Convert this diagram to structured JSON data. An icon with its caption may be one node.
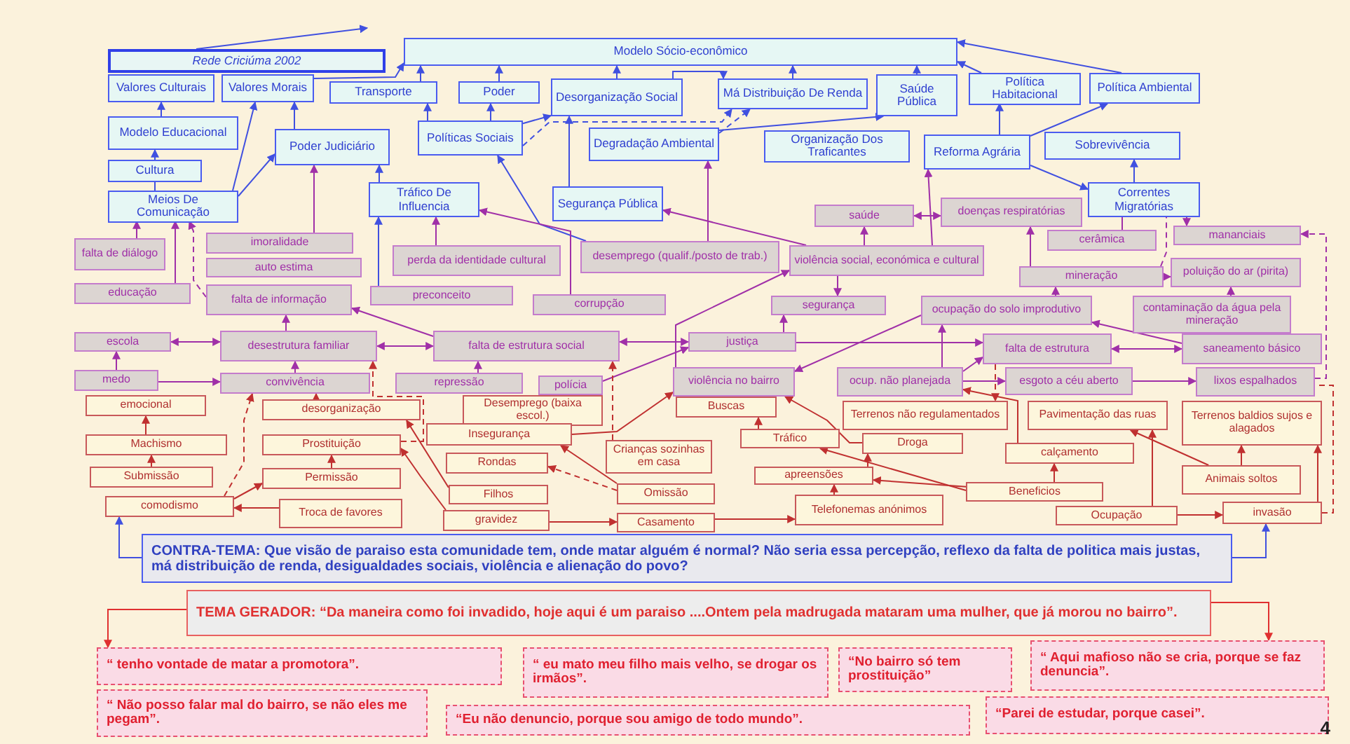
{
  "diagram": {
    "nodes": [
      {
        "text": [
          "Rede Criciúma 2002"
        ]
      },
      {
        "text": [
          "Modelo Sócio-econômico"
        ]
      },
      {
        "text": [
          "Valores Culturais"
        ]
      },
      {
        "text": [
          "Valores Morais"
        ]
      },
      {
        "text": [
          "Transporte"
        ]
      },
      {
        "text": [
          "Poder"
        ]
      },
      {
        "text": [
          "Desorganização Social"
        ]
      },
      {
        "text": [
          "Má Distribuição De Renda"
        ]
      },
      {
        "text": [
          "Saúde Pública"
        ]
      },
      {
        "text": [
          "Política Habitacional"
        ]
      },
      {
        "text": [
          "Política Ambiental"
        ]
      },
      {
        "text": [
          "Modelo Educacional"
        ]
      },
      {
        "text": [
          "Poder Judiciário"
        ]
      },
      {
        "text": [
          "Políticas Sociais"
        ]
      },
      {
        "text": [
          "Degradação Ambiental"
        ]
      },
      {
        "text": [
          "Organização Dos Traficantes"
        ]
      },
      {
        "text": [
          "Reforma Agrária"
        ]
      },
      {
        "text": [
          "Sobrevivência"
        ]
      },
      {
        "text": [
          "Cultura"
        ]
      },
      {
        "text": [
          "Meios De Comunicação"
        ]
      },
      {
        "text": [
          "Tráfico De Influencia"
        ]
      },
      {
        "text": [
          "Segurança Pública"
        ]
      },
      {
        "text": [
          "Correntes Migratórias"
        ]
      },
      {
        "text": [
          "falta de diálogo"
        ]
      },
      {
        "text": [
          "imoralidade"
        ]
      },
      {
        "text": [
          "auto estima"
        ]
      },
      {
        "text": [
          "perda da identidade cultural"
        ]
      },
      {
        "text": [
          "desemprego (qualif./posto de trab.)"
        ]
      },
      {
        "text": [
          "saúde"
        ]
      },
      {
        "text": [
          "doenças respiratórias"
        ]
      },
      {
        "text": [
          "violência social, económica e cultural"
        ]
      },
      {
        "text": [
          "cerâmica"
        ]
      },
      {
        "text": [
          "mananciais"
        ]
      },
      {
        "text": [
          "mineração"
        ]
      },
      {
        "text": [
          "poluição do ar (pirita)"
        ]
      },
      {
        "text": [
          "educação"
        ]
      },
      {
        "text": [
          "falta de informação"
        ]
      },
      {
        "text": [
          "preconceito"
        ]
      },
      {
        "text": [
          "corrupção"
        ]
      },
      {
        "text": [
          "segurança"
        ]
      },
      {
        "text": [
          "ocupação do solo improdutivo"
        ]
      },
      {
        "text": [
          "contaminação da água pela mineração"
        ]
      },
      {
        "text": [
          "escola"
        ]
      },
      {
        "text": [
          "desestrutura familiar"
        ]
      },
      {
        "text": [
          "falta de estrutura social"
        ]
      },
      {
        "text": [
          "justiça"
        ]
      },
      {
        "text": [
          "falta de estrutura"
        ]
      },
      {
        "text": [
          "saneamento básico"
        ]
      },
      {
        "text": [
          "medo"
        ]
      },
      {
        "text": [
          "convivência"
        ]
      },
      {
        "text": [
          "repressão"
        ]
      },
      {
        "text": [
          "polícia"
        ]
      },
      {
        "text": [
          "violência no bairro"
        ]
      },
      {
        "text": [
          "ocup. não planejada"
        ]
      },
      {
        "text": [
          "esgoto a céu aberto"
        ]
      },
      {
        "text": [
          "lixos espalhados"
        ]
      },
      {
        "text": [
          "emocional"
        ]
      },
      {
        "text": [
          "desorganização"
        ]
      },
      {
        "text": [
          "Desemprego (baixa escol.)"
        ]
      },
      {
        "text": [
          "Buscas"
        ]
      },
      {
        "text": [
          "Terrenos não regulamentados"
        ]
      },
      {
        "text": [
          "Pavimentação das ruas"
        ]
      },
      {
        "text": [
          "Terrenos baldios sujos e alagados"
        ]
      },
      {
        "text": [
          "Machismo"
        ]
      },
      {
        "text": [
          "Prostituição"
        ]
      },
      {
        "text": [
          "Insegurança"
        ]
      },
      {
        "text": [
          "Crianças sozinhas em casa"
        ]
      },
      {
        "text": [
          "Tráfico"
        ]
      },
      {
        "text": [
          "Droga"
        ]
      },
      {
        "text": [
          "calçamento"
        ]
      },
      {
        "text": [
          "Rondas"
        ]
      },
      {
        "text": [
          "Submissão"
        ]
      },
      {
        "text": [
          "Permissão"
        ]
      },
      {
        "text": [
          "apreensões"
        ]
      },
      {
        "text": [
          "Animais soltos"
        ]
      },
      {
        "text": [
          "Filhos"
        ]
      },
      {
        "text": [
          "Omissão"
        ]
      },
      {
        "text": [
          "Beneficios"
        ]
      },
      {
        "text": [
          "comodismo"
        ]
      },
      {
        "text": [
          "Troca de favores"
        ]
      },
      {
        "text": [
          "gravidez"
        ]
      },
      {
        "text": [
          "Casamento"
        ]
      },
      {
        "text": [
          "Telefonemas anónimos"
        ]
      },
      {
        "text": [
          "Ocupação"
        ]
      },
      {
        "text": [
          "invasão"
        ]
      },
      {
        "text": [
          "CONTRA-TEMA: Que visão de paraiso esta comunidade tem, onde matar alguém é normal? Não seria essa percepção, reflexo da falta de politica mais justas, má distribuição de renda, desigualdades sociais, violência e alienação do povo?"
        ]
      },
      {
        "text": [
          "TEMA GERADOR: “Da maneira como foi invadido, hoje aqui é um paraiso ....Ontem pela madrugada mataram uma mulher, que já morou no bairro”."
        ]
      },
      {
        "text": [
          "“ tenho vontade de matar a promotora”."
        ]
      },
      {
        "text": [
          "“ eu mato meu filho mais velho, se drogar os irmãos”."
        ]
      },
      {
        "text": [
          "“No bairro só tem prostituição”"
        ]
      },
      {
        "text": [
          "“ Aqui mafioso não se cria, porque se faz denuncia”."
        ]
      },
      {
        "text": [
          "“ Não posso falar mal do bairro, se não eles me pegam”."
        ]
      },
      {
        "text": [
          "“Eu não denuncio, porque sou amigo de todo mundo”."
        ]
      },
      {
        "text": [
          "“Parei de estudar, porque casei”."
        ]
      }
    ],
    "edges": [
      {
        "from": 0,
        "to": null,
        "arrow": "to",
        "color": "#4050e0"
      },
      {
        "from": 3,
        "to": 1,
        "arrow": "to",
        "color": "#4050e0"
      },
      {
        "from": 4,
        "to": 1,
        "arrow": "to",
        "color": "#4050e0"
      },
      {
        "from": 5,
        "to": 1,
        "arrow": "to",
        "color": "#4050e0"
      },
      {
        "from": 6,
        "to": 1,
        "arrow": "to",
        "color": "#4050e0"
      },
      {
        "from": 7,
        "to": 1,
        "arrow": "to",
        "color": "#4050e0"
      },
      {
        "from": 8,
        "to": 1,
        "arrow": "to",
        "color": "#4050e0"
      },
      {
        "from": 9,
        "to": 1,
        "arrow": "to",
        "color": "#4050e0"
      },
      {
        "from": 10,
        "to": 1,
        "arrow": "to",
        "color": "#4050e0"
      },
      {
        "from": 6,
        "to": 7,
        "arrow": "to",
        "color": "#4050e0"
      },
      {
        "from": 11,
        "to": 2,
        "arrow": "to",
        "color": "#4050e0"
      },
      {
        "from": 18,
        "to": 11,
        "arrow": "to",
        "color": "#4050e0"
      },
      {
        "from": 19,
        "to": 18,
        "arrow": "none",
        "color": "#4050e0"
      },
      {
        "from": 19,
        "to": 3,
        "arrow": "to",
        "color": "#4050e0"
      },
      {
        "from": 19,
        "to": 12,
        "arrow": "to",
        "color": "#4050e0"
      },
      {
        "from": 12,
        "to": 3,
        "arrow": "to",
        "color": "#4050e0"
      },
      {
        "from": 20,
        "to": 12,
        "arrow": "to",
        "color": "#4050e0"
      },
      {
        "from": 13,
        "to": 4,
        "arrow": "to",
        "color": "#4050e0"
      },
      {
        "from": 13,
        "to": 5,
        "arrow": "to",
        "color": "#4050e0"
      },
      {
        "from": 13,
        "to": 6,
        "arrow": "to",
        "color": "#4050e0"
      },
      {
        "from": 13,
        "to": 7,
        "arrow": "to",
        "style": "dashed",
        "color": "#4050e0"
      },
      {
        "from": 14,
        "to": 7,
        "arrow": "to",
        "style": "dashed",
        "color": "#4050e0"
      },
      {
        "from": 21,
        "to": 6,
        "arrow": "to",
        "color": "#4050e0"
      },
      {
        "from": 14,
        "to": 8,
        "arrow": "to",
        "color": "#4050e0"
      },
      {
        "from": 16,
        "to": 9,
        "arrow": "to",
        "color": "#4050e0"
      },
      {
        "from": 16,
        "to": 10,
        "arrow": "to",
        "color": "#4050e0"
      },
      {
        "from": 16,
        "to": 22,
        "arrow": "to",
        "color": "#4050e0"
      },
      {
        "from": 22,
        "to": 17,
        "arrow": "to",
        "color": "#4050e0"
      },
      {
        "from": 27,
        "to": 13,
        "arrow": "to",
        "color": "#4050e0"
      },
      {
        "from": 37,
        "to": 20,
        "arrow": "to",
        "color": "#4050e0"
      },
      {
        "from": 85,
        "to": 84,
        "arrow": "to",
        "color": "#4050e0"
      },
      {
        "from": 85,
        "to": 78,
        "arrow": "to",
        "color": "#4050e0"
      },
      {
        "from": 30,
        "to": 16,
        "arrow": "to"
      },
      {
        "from": 30,
        "to": 28,
        "arrow": "to"
      },
      {
        "from": 27,
        "to": 14,
        "arrow": "to"
      },
      {
        "from": 30,
        "to": 21,
        "arrow": "to"
      },
      {
        "from": 28,
        "to": 29,
        "arrow": "both"
      },
      {
        "from": 31,
        "to": 22,
        "arrow": "none"
      },
      {
        "from": 22,
        "to": 32,
        "arrow": "to"
      },
      {
        "from": 33,
        "to": 29,
        "arrow": "to"
      },
      {
        "from": 33,
        "to": 22,
        "arrow": "none",
        "style": "dashed"
      },
      {
        "from": 33,
        "to": 34,
        "arrow": "to"
      },
      {
        "from": 41,
        "to": 34,
        "arrow": "to"
      },
      {
        "from": 40,
        "to": 33,
        "arrow": "to"
      },
      {
        "from": 30,
        "to": 39,
        "arrow": "to"
      },
      {
        "from": 45,
        "to": 39,
        "arrow": "to"
      },
      {
        "from": 52,
        "to": 30,
        "arrow": "to"
      },
      {
        "from": 44,
        "to": 45,
        "arrow": "both"
      },
      {
        "from": 43,
        "to": 44,
        "arrow": "both"
      },
      {
        "from": 42,
        "to": 43,
        "arrow": "both"
      },
      {
        "from": 45,
        "to": 46,
        "arrow": "to"
      },
      {
        "from": 46,
        "to": 47,
        "arrow": "both"
      },
      {
        "from": 47,
        "to": 40,
        "arrow": "to"
      },
      {
        "from": 40,
        "to": 52,
        "arrow": "to"
      },
      {
        "from": 53,
        "to": 40,
        "arrow": "to"
      },
      {
        "from": 53,
        "to": 46,
        "arrow": "to"
      },
      {
        "from": 53,
        "to": 54,
        "arrow": "to"
      },
      {
        "from": 54,
        "to": 55,
        "arrow": "to"
      },
      {
        "from": 44,
        "to": 36,
        "arrow": "to"
      },
      {
        "from": 43,
        "to": 36,
        "arrow": "to"
      },
      {
        "from": 26,
        "to": 20,
        "arrow": "to"
      },
      {
        "from": 38,
        "to": 20,
        "arrow": "to"
      },
      {
        "from": 24,
        "to": 12,
        "arrow": "to"
      },
      {
        "from": 23,
        "to": 19,
        "arrow": "to"
      },
      {
        "from": 35,
        "to": 19,
        "arrow": "to"
      },
      {
        "from": 36,
        "to": 19,
        "arrow": "to",
        "style": "dashed"
      },
      {
        "from": 48,
        "to": 42,
        "arrow": "to"
      },
      {
        "from": 48,
        "to": 49,
        "arrow": "to"
      },
      {
        "from": 49,
        "to": 43,
        "arrow": "to"
      },
      {
        "from": 50,
        "to": 44,
        "arrow": "to"
      },
      {
        "from": 51,
        "to": 45,
        "arrow": "to"
      },
      {
        "from": 55,
        "to": 32,
        "arrow": "to",
        "style": "dashed"
      },
      {
        "from": 64,
        "to": 43,
        "arrow": "to",
        "style": "dashed",
        "color": "#c03030"
      },
      {
        "from": 57,
        "to": 49,
        "arrow": "to",
        "color": "#c03030"
      },
      {
        "from": 78,
        "to": 49,
        "arrow": "to",
        "style": "dashed",
        "color": "#c03030"
      },
      {
        "from": 63,
        "to": 56,
        "arrow": "to",
        "color": "#c03030"
      },
      {
        "from": 71,
        "to": 63,
        "arrow": "to",
        "color": "#c03030"
      },
      {
        "from": 72,
        "to": 64,
        "arrow": "to",
        "color": "#c03030"
      },
      {
        "from": 79,
        "to": 78,
        "arrow": "to",
        "color": "#c03030"
      },
      {
        "from": 78,
        "to": 72,
        "arrow": "to",
        "color": "#c03030"
      },
      {
        "from": 80,
        "to": 64,
        "arrow": "to",
        "color": "#c03030"
      },
      {
        "from": 75,
        "to": 57,
        "arrow": "to",
        "color": "#c03030"
      },
      {
        "from": 80,
        "to": 81,
        "arrow": "to",
        "color": "#c03030"
      },
      {
        "from": 76,
        "to": 70,
        "arrow": "to",
        "style": "dashed",
        "color": "#c03030"
      },
      {
        "from": 76,
        "to": 65,
        "arrow": "to",
        "color": "#c03030"
      },
      {
        "from": 65,
        "to": 52,
        "arrow": "to",
        "color": "#c03030"
      },
      {
        "from": 66,
        "to": 44,
        "arrow": "to",
        "style": "dashed",
        "color": "#c03030"
      },
      {
        "from": 68,
        "to": 52,
        "arrow": "to",
        "color": "#c03030"
      },
      {
        "from": 67,
        "to": 59,
        "arrow": "to",
        "color": "#c03030"
      },
      {
        "from": 77,
        "to": 67,
        "arrow": "to",
        "color": "#c03030"
      },
      {
        "from": 77,
        "to": 73,
        "arrow": "to",
        "color": "#c03030"
      },
      {
        "from": 77,
        "to": 69,
        "arrow": "to",
        "color": "#c03030"
      },
      {
        "from": 82,
        "to": 73,
        "arrow": "to",
        "color": "#c03030"
      },
      {
        "from": 73,
        "to": 68,
        "arrow": "to",
        "color": "#c03030"
      },
      {
        "from": 81,
        "to": 82,
        "arrow": "to",
        "color": "#c03030"
      },
      {
        "from": 83,
        "to": 61,
        "arrow": "to",
        "color": "#c03030"
      },
      {
        "from": 83,
        "to": 84,
        "arrow": "to",
        "color": "#c03030"
      },
      {
        "from": 74,
        "to": 61,
        "arrow": "to",
        "color": "#c03030"
      },
      {
        "from": 74,
        "to": 62,
        "arrow": "to",
        "color": "#c03030"
      },
      {
        "from": 84,
        "to": 62,
        "arrow": "to",
        "color": "#c03030"
      },
      {
        "from": 84,
        "to": 55,
        "arrow": "none",
        "style": "dashed",
        "color": "#c03030"
      },
      {
        "from": 69,
        "to": 53,
        "arrow": "to",
        "color": "#c03030"
      },
      {
        "from": 46,
        "to": 60,
        "arrow": "to",
        "style": "dashed",
        "color": "#c03030"
      },
      {
        "from": 86,
        "to": 87,
        "arrow": "to",
        "color": "#e03030"
      },
      {
        "from": 86,
        "to": 90,
        "arrow": "to",
        "color": "#e03030"
      }
    ],
    "labels": [
      "4"
    ]
  }
}
